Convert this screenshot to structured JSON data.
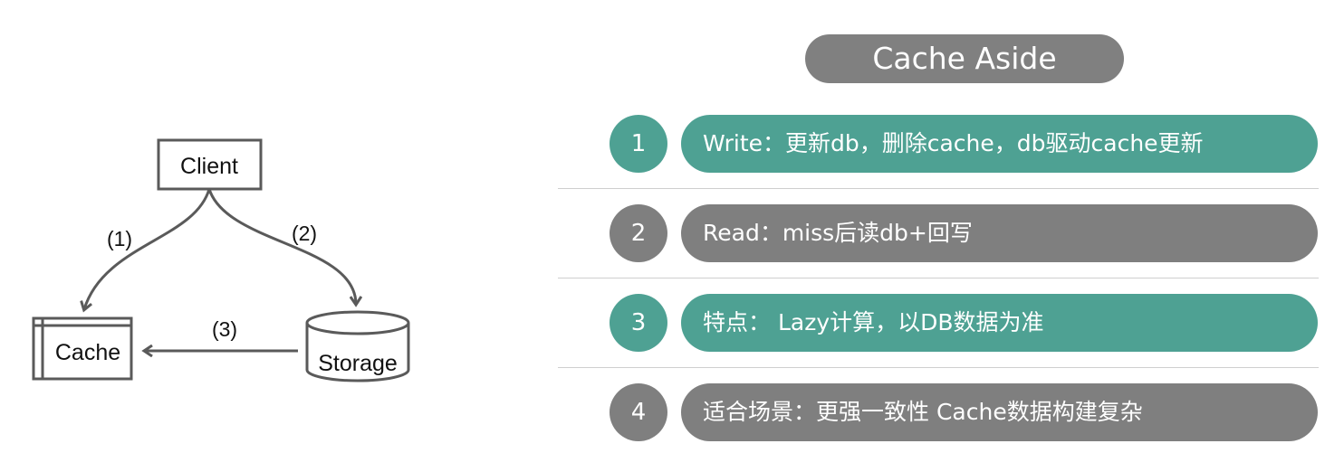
{
  "diagram": {
    "nodes": {
      "client": "Client",
      "cache": "Cache",
      "storage": "Storage"
    },
    "edges": {
      "e1": "(1)",
      "e2": "(2)",
      "e3": "(3)"
    }
  },
  "title": "Cache Aside",
  "items": [
    {
      "num": "1",
      "text": "Write：更新db，删除cache，db驱动cache更新",
      "style": "teal"
    },
    {
      "num": "2",
      "text": "Read：miss后读db+回写",
      "style": "gray"
    },
    {
      "num": "3",
      "text": "特点： Lazy计算，以DB数据为准",
      "style": "teal"
    },
    {
      "num": "4",
      "text": "适合场景：更强一致性 Cache数据构建复杂",
      "style": "gray"
    }
  ],
  "colors": {
    "teal": "#4ea193",
    "gray": "#7f7f7f",
    "title_pill": "#808080",
    "diagram_stroke": "#5a5a5a"
  }
}
